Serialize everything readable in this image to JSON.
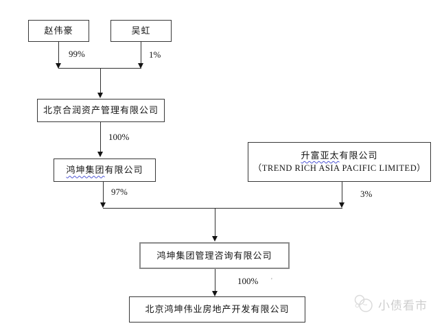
{
  "diagram": {
    "type": "equity-structure-flowchart",
    "nodes": {
      "zhao": {
        "label": "赵伟豪"
      },
      "wu": {
        "label": "吴虹"
      },
      "herun": {
        "label": "北京合润资产管理有限公司"
      },
      "hongkun_group": {
        "underlined": "鸿坤集团",
        "rest": "有限公司"
      },
      "trend_rich": {
        "underlined": "升富亚太",
        "rest": "有限公司",
        "en": "（TREND RICH ASIA PACIFIC LIMITED）"
      },
      "consulting": {
        "label": "鸿坤集团管理咨询有限公司"
      },
      "weiye": {
        "label": "北京鸿坤伟业房地产开发有限公司"
      }
    },
    "edge_labels": {
      "zhao_to_herun": "99%",
      "wu_to_herun": "1%",
      "herun_to_group": "100%",
      "group_to_consulting": "97%",
      "trend_to_consulting": "3%",
      "consulting_to_weiye": "100%"
    },
    "stray_mark": "'",
    "ownership": [
      {
        "owner": "赵伟豪",
        "owned": "北京合润资产管理有限公司",
        "stake": "99%"
      },
      {
        "owner": "吴虹",
        "owned": "北京合润资产管理有限公司",
        "stake": "1%"
      },
      {
        "owner": "北京合润资产管理有限公司",
        "owned": "鸿坤集团有限公司",
        "stake": "100%"
      },
      {
        "owner": "鸿坤集团有限公司",
        "owned": "鸿坤集团管理咨询有限公司",
        "stake": "97%"
      },
      {
        "owner": "升富亚太有限公司（TREND RICH ASIA PACIFIC LIMITED）",
        "owned": "鸿坤集团管理咨询有限公司",
        "stake": "3%"
      },
      {
        "owner": "鸿坤集团管理咨询有限公司",
        "owned": "北京鸿坤伟业房地产开发有限公司",
        "stake": "100%"
      }
    ],
    "colors": {
      "line": "#2e2e2e",
      "box_border": "#363636",
      "wavy_underline": "#4a52d4",
      "watermark": "#cdcdcd"
    }
  },
  "watermark": {
    "text": "小债看市"
  }
}
